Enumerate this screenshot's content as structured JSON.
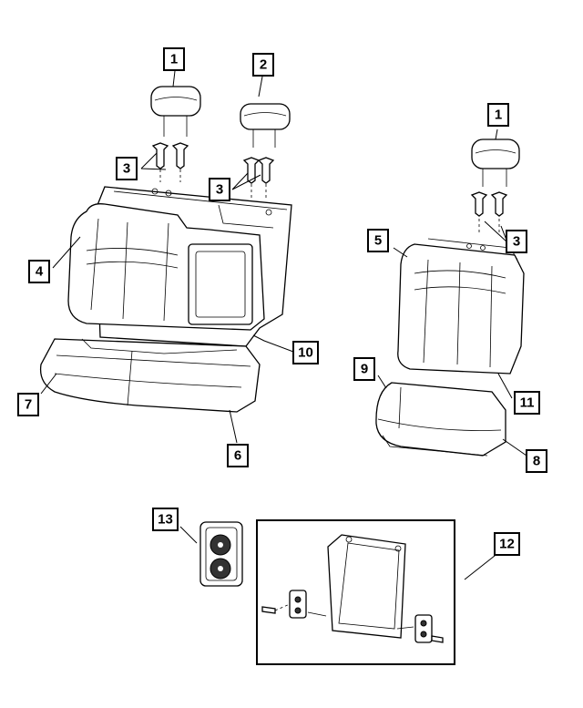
{
  "colors": {
    "line": "#000000",
    "fill": "#ffffff",
    "dark": "#333333"
  },
  "callouts": [
    {
      "label": "1"
    },
    {
      "label": "2"
    },
    {
      "label": "3"
    },
    {
      "label": "3"
    },
    {
      "label": "4"
    },
    {
      "label": "10"
    },
    {
      "label": "7"
    },
    {
      "label": "6"
    },
    {
      "label": "1"
    },
    {
      "label": "5"
    },
    {
      "label": "3"
    },
    {
      "label": "9"
    },
    {
      "label": "11"
    },
    {
      "label": "8"
    },
    {
      "label": "13"
    },
    {
      "label": "12"
    }
  ]
}
